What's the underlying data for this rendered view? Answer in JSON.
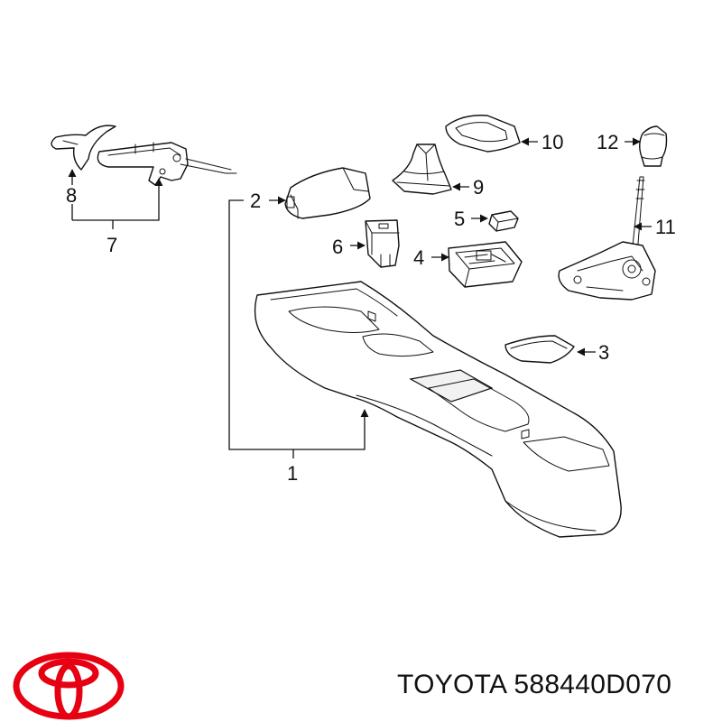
{
  "caption": "TOYOTA 588440D070",
  "brand_color": "#e60012",
  "icons": {
    "logo": "toyota-logo"
  },
  "callouts": {
    "c1": "1",
    "c2": "2",
    "c3": "3",
    "c4": "4",
    "c5": "5",
    "c6": "6",
    "c7": "7",
    "c8": "8",
    "c9": "9",
    "c10": "10",
    "c11": "11",
    "c12": "12"
  }
}
